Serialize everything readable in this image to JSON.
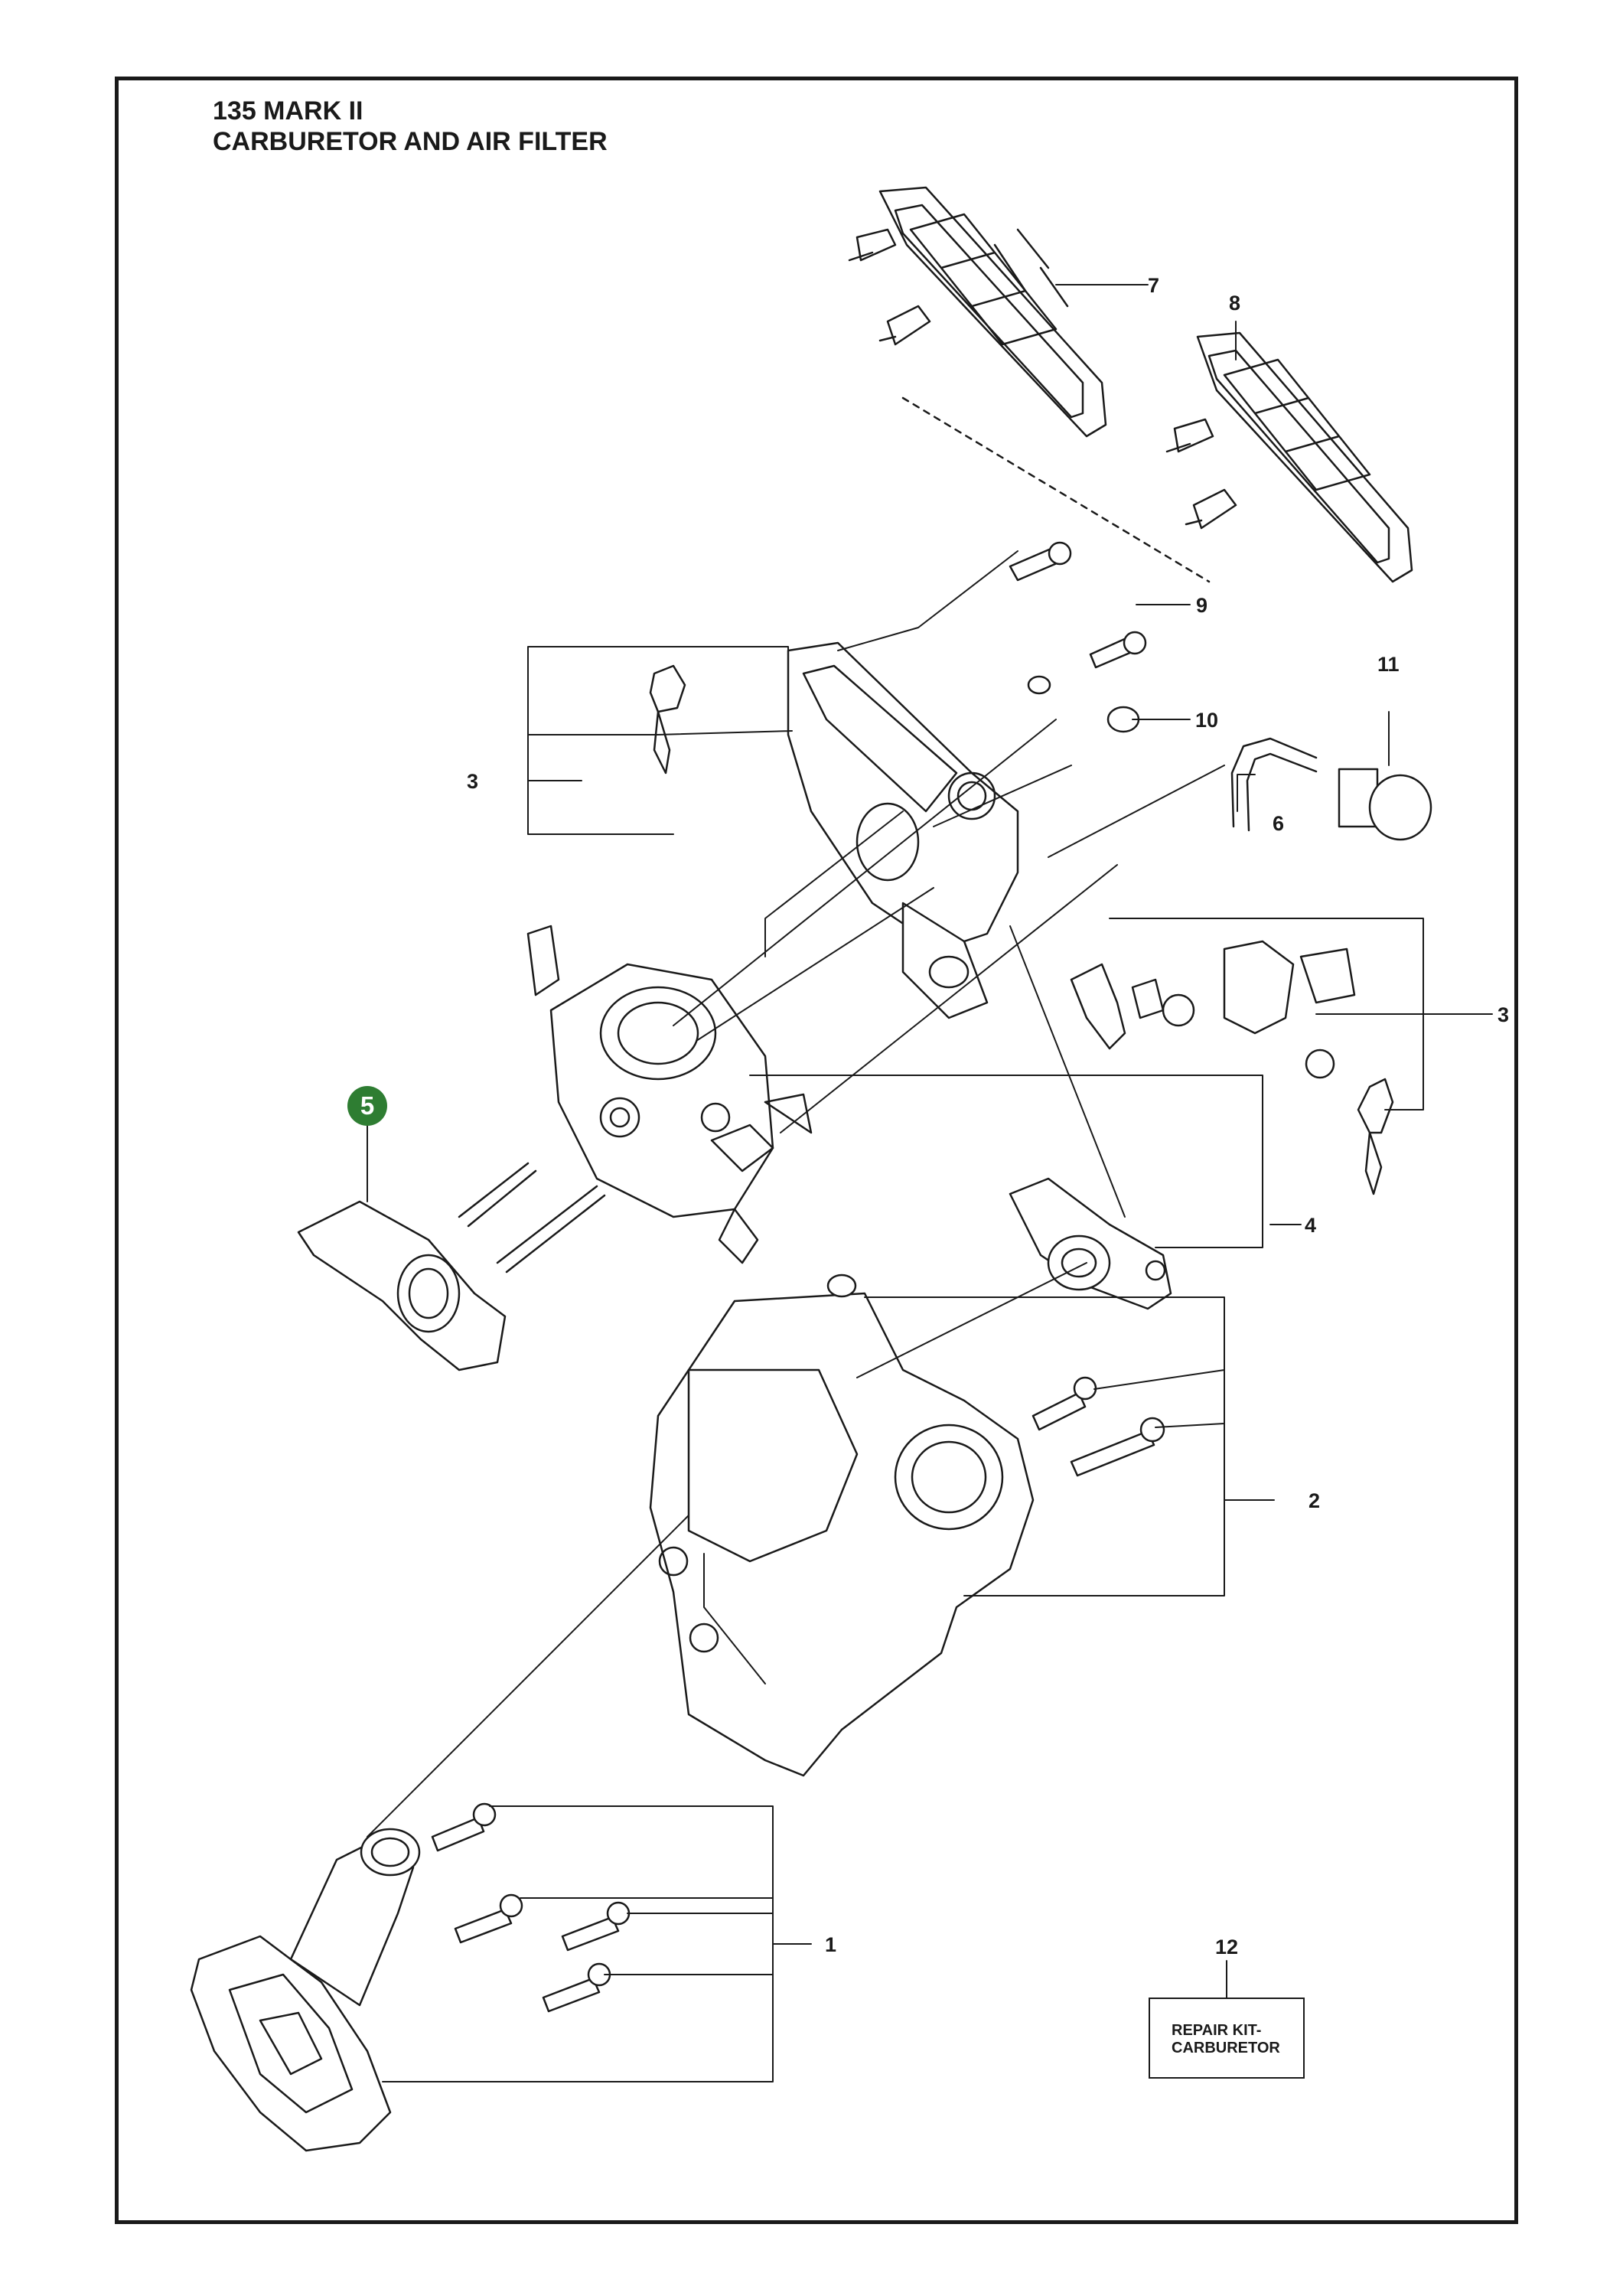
{
  "header": {
    "model": "135 MARK II",
    "section": "CARBURETOR AND AIR FILTER"
  },
  "callouts": {
    "c1": "1",
    "c2": "2",
    "c3a": "3",
    "c3b": "3",
    "c4": "4",
    "c6": "6",
    "c7": "7",
    "c8": "8",
    "c9": "9",
    "c10": "10",
    "c11": "11",
    "c12": "12"
  },
  "highlight": {
    "label": "5",
    "color": "#2e7d32"
  },
  "repair_kit": {
    "label": "REPAIR KIT-\nCARBURETOR"
  },
  "colors": {
    "ink": "#1a1a1a",
    "background": "#ffffff"
  }
}
